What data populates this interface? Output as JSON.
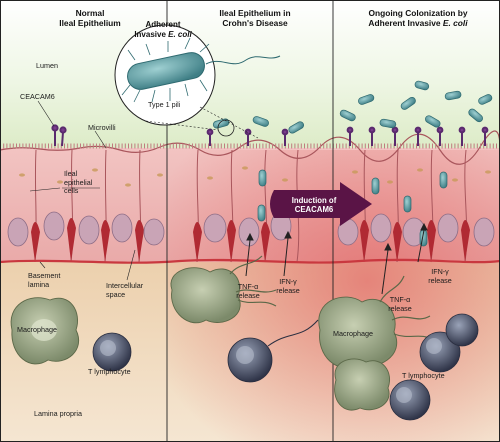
{
  "panels": {
    "left": {
      "line1": "Normal",
      "line2": "Ileal Epithelium"
    },
    "middle": {
      "line1": "Ileal Epithelium in",
      "line2": "Crohn's Disease"
    },
    "right": {
      "line1": "Ongoing Colonization by",
      "line2": "Adherent Invasive",
      "line2_italic": "E. coli"
    }
  },
  "bubble": {
    "line1": "Adherent",
    "line2": "Invasive",
    "line2_italic": "E. coli",
    "pili_label": "Type 1 pili"
  },
  "labels": {
    "lumen": "Lumen",
    "ceacam6": "CEACAM6",
    "microvilli": "Microvilli",
    "ileal_cells": [
      "Ileal",
      "epithelial",
      "cells"
    ],
    "basement": [
      "Basement",
      "lamina"
    ],
    "intercellular": [
      "Intercellular",
      "space"
    ],
    "macrophage_left": "Macrophage",
    "t_lymph_left": "T lymphocyte",
    "lamina_propria": "Lamina propria",
    "induction": [
      "Induction of",
      "CEACAM6"
    ],
    "tnf_mid": [
      "TNF-α",
      "release"
    ],
    "ifn_mid": [
      "IFN-γ",
      "release"
    ],
    "ifn_right": [
      "IFN-γ",
      "release"
    ],
    "tnf_right": [
      "TNF-α",
      "release"
    ],
    "macrophage_right": "Macrophage",
    "t_lymph_right": "T lymphocyte"
  },
  "colors": {
    "lumen_green": "#e6f1d6",
    "lumen_white": "#ffffff",
    "cell_pink": "#eeb3b3",
    "cell_border": "#a9565c",
    "lamina_beige": "#efd8b9",
    "basement_red": "#c9383f",
    "bacteria_teal": "#5f9da3",
    "induction_purple": "#5a1446",
    "macrophage_green": "#a7b38f",
    "lymphocyte_blue": "#4b536c"
  },
  "icons": [
    "bacterium-icon",
    "ceacam6-receptor-icon",
    "induction-arrow-icon",
    "cytokine-arrow-icon"
  ]
}
